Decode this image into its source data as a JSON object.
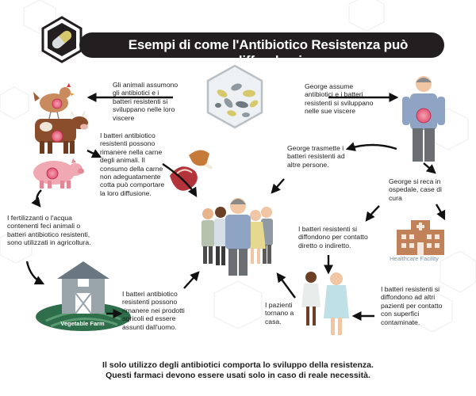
{
  "title": "Esempi di come l'Antibiotico Resistenza può diffondersi",
  "texts": {
    "animals_assume": "Gli animali  assumono gli antibiotici e i batteri resistenti si sviluppano  nelle loro viscere",
    "george_assumes": "George assume antibiotici e i batteri resistenti si sviluppano nelle sue viscere",
    "meat_bacteria": "I batteri antibiotico resistenti possono rimanere nella carne degli animali. Il consumo della carne non adeguatamente cotta può comportare  la  loro diffusione.",
    "george_transmits": "George trasmette i batteri resistenti ad altre persone.",
    "george_hospital": "George si reca in ospedale, case di cura",
    "fertilizers": "I fertilizzanti o l'acqua contenenti feci animali o batteri antibiotico resistenti, sono utilizzati in agricoltura.",
    "contact_spread": "I batteri resistenti si diffondono per contatto diretto o indiretto.",
    "produce_bacteria": "I batteri antibiotico resistenti possono rimanere nei prodotti agricoli ed essere assunti dall'uomo.",
    "patients_home": "I pazienti tornano a casa.",
    "surfaces_spread": "I batteri resistenti si diffondono ad altri pazienti per contatto con superfici contaminate."
  },
  "labels": {
    "healthcare": "Healthcare Facility",
    "farm": "Vegetable Farm"
  },
  "footer": {
    "line1": "Il solo utilizzo degli antibiotici comporta lo sviluppo della resistenza.",
    "line2": "Questi farmaci devono essere usati solo in caso di reale necessità."
  },
  "icons": [
    "pill-capsule-icon",
    "pills-icon",
    "chicken-icon",
    "cow-icon",
    "pig-icon",
    "meat-icon",
    "man-george-icon",
    "people-group-icon",
    "hospital-building-icon",
    "farm-barn-icon",
    "patients-icon"
  ],
  "colors": {
    "banner": "#231f20",
    "hexagon_fill": "#eef1f3",
    "pill_yellow": "#d7c96b",
    "pill_grey": "#8f99a0",
    "bacteria_pink": "#e25473",
    "arrow": "#111111",
    "healthcare": "#c1825a"
  }
}
